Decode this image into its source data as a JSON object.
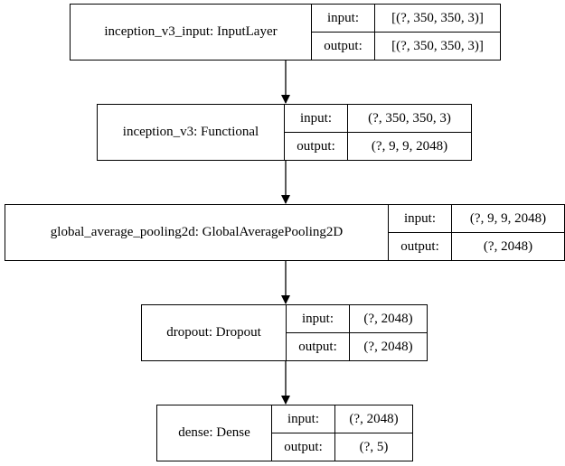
{
  "nodes": [
    {
      "label": "inception_v3_input: InputLayer",
      "input_label": "input:",
      "input_value": "[(?, 350, 350, 3)]",
      "output_label": "output:",
      "output_value": "[(?, 350, 350, 3)]"
    },
    {
      "label": "inception_v3: Functional",
      "input_label": "input:",
      "input_value": "(?, 350, 350, 3)",
      "output_label": "output:",
      "output_value": "(?, 9, 9, 2048)"
    },
    {
      "label": "global_average_pooling2d: GlobalAveragePooling2D",
      "input_label": "input:",
      "input_value": "(?, 9, 9, 2048)",
      "output_label": "output:",
      "output_value": "(?, 2048)"
    },
    {
      "label": "dropout: Dropout",
      "input_label": "input:",
      "input_value": "(?, 2048)",
      "output_label": "output:",
      "output_value": "(?, 2048)"
    },
    {
      "label": "dense: Dense",
      "input_label": "input:",
      "input_value": "(?, 2048)",
      "output_label": "output:",
      "output_value": "(?, 5)"
    }
  ],
  "edges": [
    {
      "from": 0,
      "to": 1
    },
    {
      "from": 1,
      "to": 2
    },
    {
      "from": 2,
      "to": 3
    },
    {
      "from": 3,
      "to": 4
    }
  ]
}
